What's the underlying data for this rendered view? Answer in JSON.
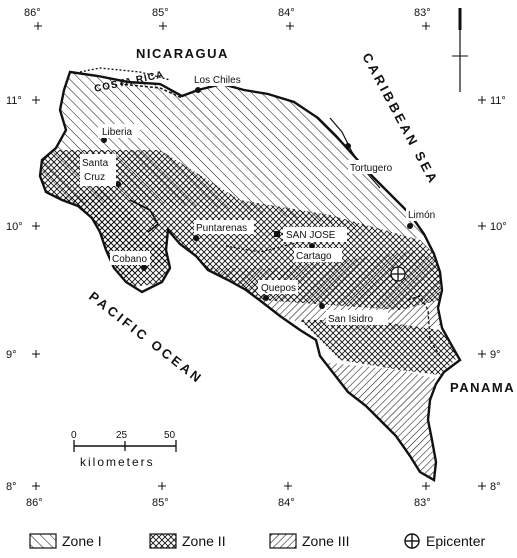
{
  "graticule": {
    "longitudes": [
      "86°",
      "85°",
      "84°",
      "83°"
    ],
    "latitudes": [
      "11°",
      "10°",
      "9°",
      "8°"
    ]
  },
  "labels": {
    "nicaragua": "NICARAGUA",
    "costa_rica": "COSTA RICA",
    "panama": "PANAMA",
    "caribbean": "CARIBBEAN SEA",
    "pacific": "PACIFIC OCEAN"
  },
  "cities": {
    "los_chiles": "Los Chiles",
    "liberia": "Liberia",
    "santa": "Santa",
    "cruz": "Cruz",
    "tortugero": "Tortugero",
    "limon": "Limón",
    "puntarenas": "Puntarenas",
    "san_jose": "SAN JOSE",
    "cartago": "Cartago",
    "cobano": "Cobano",
    "quepos": "Quepos",
    "san_isidro": "San Isidro"
  },
  "scale": {
    "ticks": [
      "0",
      "25",
      "50"
    ],
    "unit": "kilometers"
  },
  "legend": {
    "zone1": "Zone I",
    "zone2": "Zone II",
    "zone3": "Zone III",
    "epicenter": "Epicenter"
  }
}
